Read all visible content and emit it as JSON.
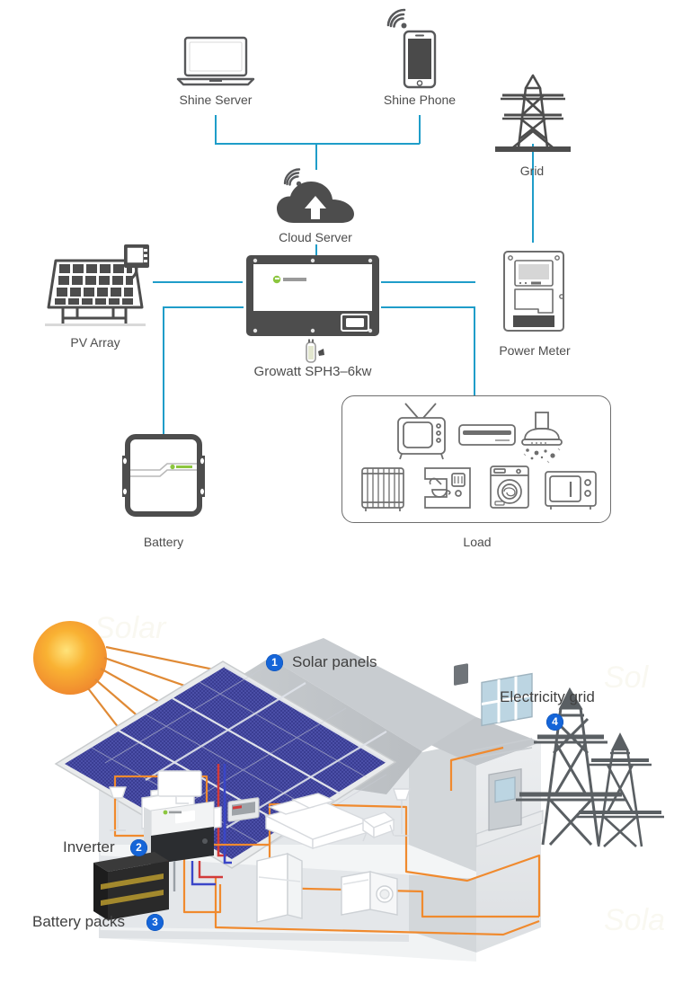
{
  "page": {
    "title": "Growatt SPH Hybrid Solar System Diagram",
    "background": "#ffffff"
  },
  "colors": {
    "connector_blue": "#1f9dc9",
    "icon_gray": "#58595b",
    "label_gray": "#4d4d4d",
    "growatt_green": "#8cc63f",
    "badge_blue": "#1565d8",
    "wire_orange": "#f08a2e",
    "panel_blue": "#3c3f9e",
    "sun_orange": "#f5a623"
  },
  "top_diagram": {
    "nodes": [
      {
        "id": "shine-server",
        "label": "Shine Server",
        "icon": "laptop-icon"
      },
      {
        "id": "shine-phone",
        "label": "Shine Phone",
        "icon": "smartphone-icon"
      },
      {
        "id": "grid",
        "label": "Grid",
        "icon": "transmission-tower-icon"
      },
      {
        "id": "cloud-server",
        "label": "Cloud Server",
        "icon": "cloud-upload-icon"
      },
      {
        "id": "pv-array",
        "label": "PV Array",
        "icon": "solar-panel-icon"
      },
      {
        "id": "inverter",
        "label": "Growatt SPH3–6kw",
        "icon": "inverter-icon"
      },
      {
        "id": "power-meter",
        "label": "Power Meter",
        "icon": "power-meter-icon"
      },
      {
        "id": "battery",
        "label": "Battery",
        "icon": "battery-module-icon"
      },
      {
        "id": "load",
        "label": "Load",
        "icon": "appliances-group-icon"
      }
    ],
    "wifi_badges": [
      "shine-phone",
      "cloud-server"
    ],
    "inverter_brand": "Growatt",
    "battery_brand": "Growatt",
    "load_appliances": [
      {
        "name": "tv-icon",
        "label": "TV"
      },
      {
        "name": "air-conditioner-icon",
        "label": "Air conditioner"
      },
      {
        "name": "range-hood-icon",
        "label": "Range hood"
      },
      {
        "name": "radiator-icon",
        "label": "Radiator"
      },
      {
        "name": "coffee-machine-icon",
        "label": "Coffee machine"
      },
      {
        "name": "washing-machine-icon",
        "label": "Washing machine"
      },
      {
        "name": "microwave-icon",
        "label": "Microwave oven"
      }
    ]
  },
  "bottom_illustration": {
    "callouts": [
      {
        "number": "1",
        "label": "Solar panels"
      },
      {
        "number": "2",
        "label": "Inverter"
      },
      {
        "number": "3",
        "label": "Battery packs"
      },
      {
        "number": "4",
        "label": "Electricity grid"
      }
    ],
    "scene_items": [
      "sun",
      "solar-panel-roof",
      "cutaway-house",
      "inverter-unit",
      "battery-pack",
      "meter-box",
      "transmission-towers",
      "desk",
      "bed",
      "armchair",
      "floor-lamp",
      "refrigerator",
      "washing-machine",
      "dryer"
    ]
  }
}
